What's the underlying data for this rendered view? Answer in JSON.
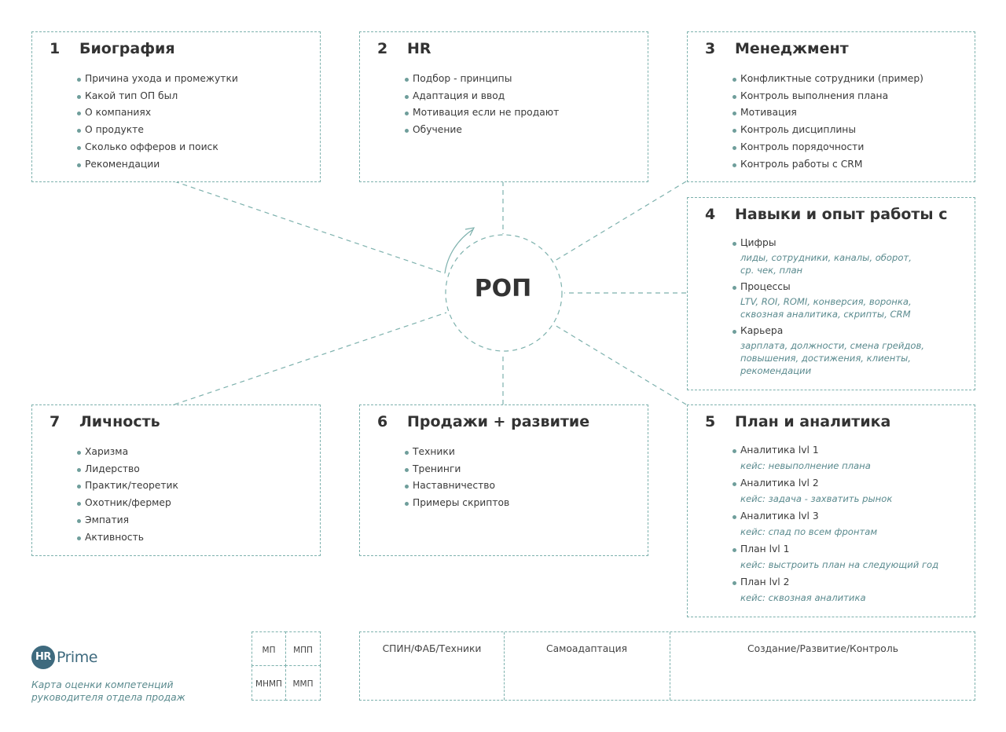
{
  "center": {
    "label": "РОП"
  },
  "boxes": {
    "b1": {
      "num": "1",
      "title": "Биография",
      "items": [
        "Причина ухода и промежутки",
        "Какой тип ОП был",
        "О компаниях",
        "О продукте",
        "Сколько офферов и поиск",
        "Рекомендации"
      ]
    },
    "b2": {
      "num": "2",
      "title": "HR",
      "items": [
        "Подбор - принципы",
        "Адаптация и ввод",
        "Мотивация если не продают",
        "Обучение"
      ]
    },
    "b3": {
      "num": "3",
      "title": "Менеджмент",
      "items": [
        "Конфликтные сотрудники (пример)",
        "Контроль выполнения плана",
        "Мотивация",
        "Контроль дисциплины",
        "Контроль порядочности",
        "Контроль работы с CRM"
      ]
    },
    "b4": {
      "num": "4",
      "title": "Навыки и опыт работы с",
      "items": [
        {
          "label": "Цифры",
          "note1": "лиды, сотрудники, каналы, оборот,",
          "note2": "ср. чек, план"
        },
        {
          "label": "Процессы",
          "note1": "LTV, ROI, ROMI, конверсия, воронка,",
          "note2": "сквозная аналитика, скрипты, CRM"
        },
        {
          "label": "Карьера",
          "note1": "зарплата, должности, смена грейдов,",
          "note2": "повышения, достижения, клиенты,",
          "note3": "рекомендации"
        }
      ]
    },
    "b5": {
      "num": "5",
      "title": "План и аналитика",
      "items": [
        {
          "label": "Аналитика lvl 1",
          "note": "кейс: невыполнение плана"
        },
        {
          "label": "Аналитика lvl 2",
          "note": "кейс: задача - захватить рынок"
        },
        {
          "label": "Аналитика lvl 3",
          "note": "кейс: спад по всем фронтам"
        },
        {
          "label": "План lvl 1",
          "note": "кейс: выстроить план на следующий год"
        },
        {
          "label": "План lvl 2",
          "note": "кейс: сквозная аналитика"
        }
      ]
    },
    "b6": {
      "num": "6",
      "title": "Продажи + развитие",
      "items": [
        "Техники",
        "Тренинги",
        "Наставничество",
        "Примеры скриптов"
      ]
    },
    "b7": {
      "num": "7",
      "title": "Личность",
      "items": [
        "Харизма",
        "Лидерство",
        "Практик/теоретик",
        "Охотник/фермер",
        "Эмпатия",
        "Активность"
      ]
    }
  },
  "tags": [
    "МП",
    "МПП",
    "МНМП",
    "ММП"
  ],
  "bottom_columns": [
    "СПИН/ФАБ/Техники",
    "Самоадаптация",
    "Создание/Развитие/Контроль"
  ],
  "logo": {
    "mark": "HR",
    "word": "Prime"
  },
  "caption": {
    "line1": "Карта оценки компетенций",
    "line2": "руководителя отдела продаж"
  },
  "colors": {
    "accent": "#7db1ad",
    "brand": "#3e6a7e",
    "note": "#5a8a8e"
  }
}
